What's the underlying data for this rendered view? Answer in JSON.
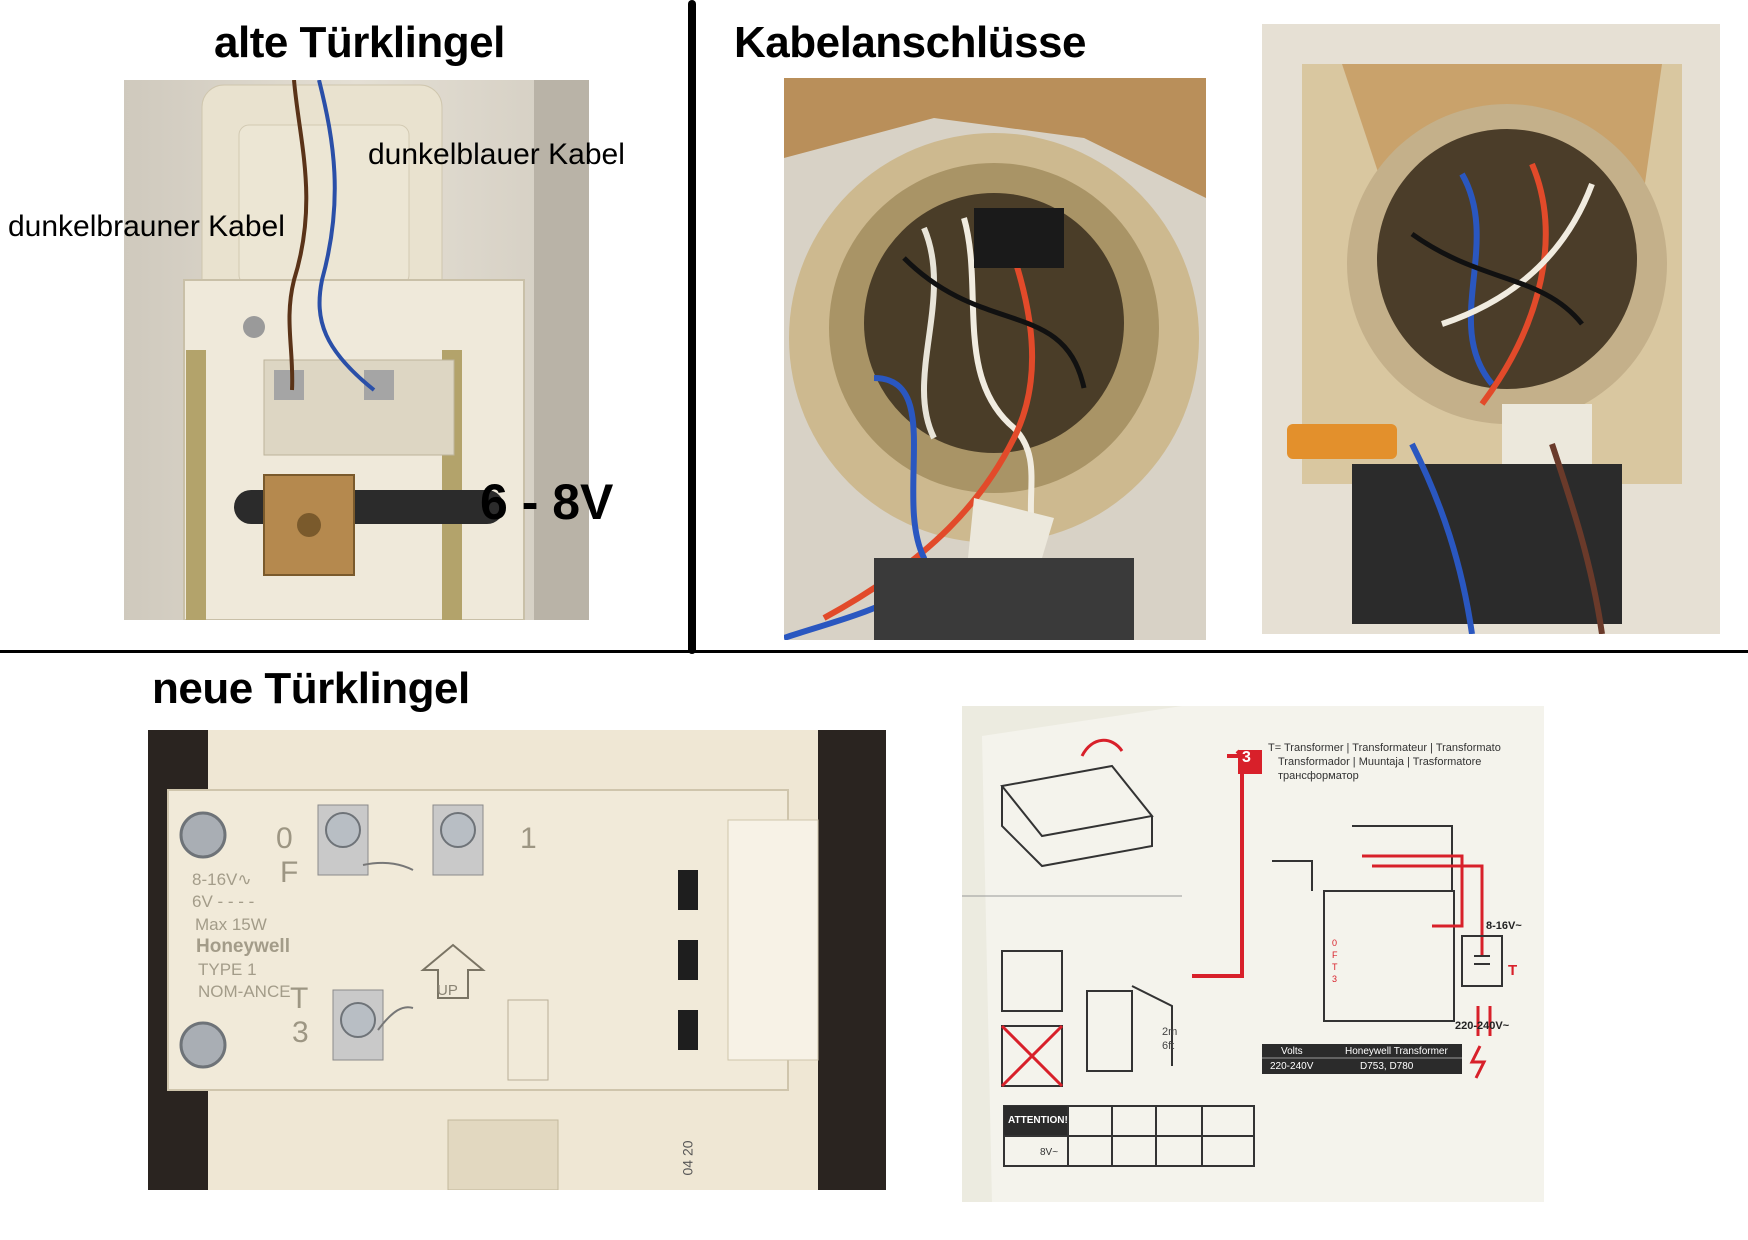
{
  "sections": {
    "old_bell_title": "alte Türklingel",
    "cables_title": "Kabelanschlüsse",
    "new_bell_title": "neue Türklingel"
  },
  "old_bell": {
    "label_blue": "dunkelblauer Kabel",
    "label_brown": "dunkelbrauner Kabel",
    "voltage": "6 - 8V"
  },
  "new_bell": {
    "terminal_0": "0",
    "terminal_f": "F",
    "terminal_1": "1",
    "terminal_t": "T",
    "terminal_3": "3",
    "spec_1": "8-16V∿",
    "spec_2": "6V - - - -",
    "spec_3": "Max 15W",
    "brand": "Honeywell",
    "type": "TYPE 1",
    "nom": "NOM-ANCE",
    "up": "UP",
    "side_code": "04 20"
  },
  "instruction_sheet": {
    "step_3": "3",
    "transformer_line1": "T= Transformer | Transformateur | Transformato",
    "transformer_line2": "Transformador | Muuntaja | Trasformatore",
    "transformer_line3": "трансформатор",
    "v_high": "8-16V~",
    "v_mains": "220-240V~",
    "t_label": "T",
    "dist_1": "2m",
    "dist_2": "6ft",
    "table_head_volts": "Volts",
    "table_head_model": "Honeywell Transformer",
    "table_volts": "220-240V",
    "table_model": "D753, D780",
    "attention": "ATTENTION!",
    "att_v": "8V~",
    "terminals_0": "0",
    "terminals_f": "F",
    "terminals_t": "T",
    "terminals_3": "3"
  }
}
